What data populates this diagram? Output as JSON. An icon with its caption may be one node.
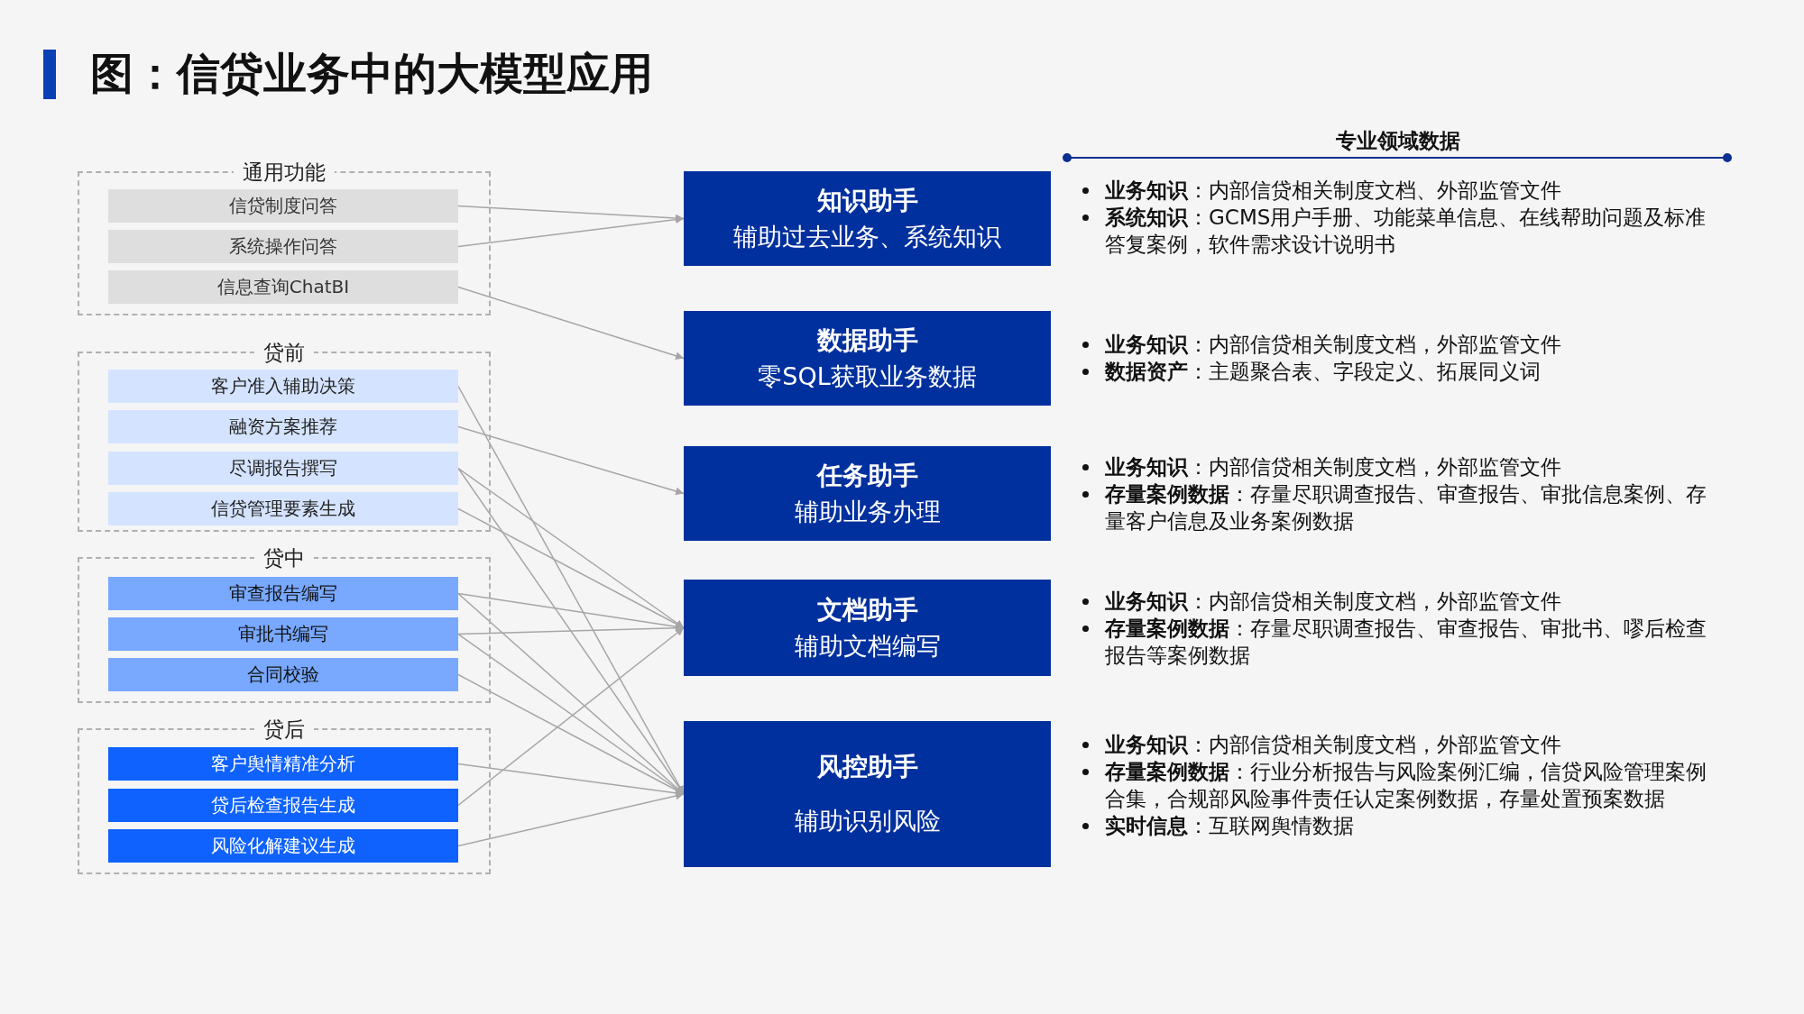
{
  "diagram": {
    "title": "图：信贷业务中的大模型应用",
    "nodes": [
      {
        "text": [
          "通用功能"
        ]
      },
      {
        "text": [
          "信贷制度问答"
        ],
        "in": 0
      },
      {
        "text": [
          "系统操作问答"
        ],
        "in": 0
      },
      {
        "text": [
          "信息查询ChatBI"
        ],
        "in": 0
      },
      {
        "text": [
          "贷前"
        ]
      },
      {
        "text": [
          "客户准入辅助决策"
        ],
        "in": 4
      },
      {
        "text": [
          "融资方案推荐"
        ],
        "in": 4
      },
      {
        "text": [
          "尽调报告撰写"
        ],
        "in": 4
      },
      {
        "text": [
          "信贷管理要素生成"
        ],
        "in": 4
      },
      {
        "text": [
          "贷中"
        ]
      },
      {
        "text": [
          "审查报告编写"
        ],
        "in": 9
      },
      {
        "text": [
          "审批书编写"
        ],
        "in": 9
      },
      {
        "text": [
          "合同校验"
        ],
        "in": 9
      },
      {
        "text": [
          "贷后"
        ]
      },
      {
        "text": [
          "客户舆情精准分析"
        ],
        "in": 13
      },
      {
        "text": [
          "贷后检查报告生成"
        ],
        "in": 13
      },
      {
        "text": [
          "风险化解建议生成"
        ],
        "in": 13
      },
      {
        "text": [
          "知识助手",
          "辅助过去业务、系统知识"
        ],
        "beside": [
          "**业务知识**：内部信贷相关制度文档、外部监管文件",
          "**系统知识**：GCMS用户手册、功能菜单信息、在线帮助问题及标准答复案例，软件需求设计说明书"
        ]
      },
      {
        "text": [
          "数据助手",
          "零SQL获取业务数据"
        ],
        "beside": [
          "**业务知识**：内部信贷相关制度文档，外部监管文件",
          "**数据资产**：主题聚合表、字段定义、拓展同义词"
        ]
      },
      {
        "text": [
          "任务助手",
          "辅助业务办理"
        ],
        "beside": [
          "**业务知识**：内部信贷相关制度文档，外部监管文件",
          "**存量案例数据**：存量尽职调查报告、审查报告、审批信息案例、存量客户信息及业务案例数据"
        ]
      },
      {
        "text": [
          "文档助手",
          "辅助文档编写"
        ],
        "beside": [
          "**业务知识**：内部信贷相关制度文档，外部监管文件",
          "**存量案例数据**：存量尽职调查报告、审查报告、审批书、嘐后检查报告等案例数据"
        ]
      },
      {
        "text": [
          "风控助手",
          "辅助识别风险"
        ],
        "beside": [
          "**业务知识**：内部信贷相关制度文档，外部监管文件",
          "**存量案例数据**：行业分析报告与风险案例汇编，信贷风险管理案例合集，合规部风险事件责任认定案例数据，存量处置预案数据",
          "**实时信息**：互联网舆情数据"
        ]
      }
    ],
    "edges": [
      {
        "from": 1,
        "to": 17,
        "arrow": "to"
      },
      {
        "from": 2,
        "to": 17,
        "arrow": "to"
      },
      {
        "from": 3,
        "to": 18,
        "arrow": "to"
      },
      {
        "from": 5,
        "to": 21,
        "arrow": "to"
      },
      {
        "from": 6,
        "to": 19,
        "arrow": "to"
      },
      {
        "from": 7,
        "to": 20,
        "arrow": "to"
      },
      {
        "from": 7,
        "to": 21,
        "arrow": "to"
      },
      {
        "from": 8,
        "to": 20,
        "arrow": "to"
      },
      {
        "from": 10,
        "to": 20,
        "arrow": "to"
      },
      {
        "from": 10,
        "to": 21,
        "arrow": "to"
      },
      {
        "from": 11,
        "to": 20,
        "arrow": "to"
      },
      {
        "from": 11,
        "to": 21,
        "arrow": "to"
      },
      {
        "from": 12,
        "to": 21,
        "arrow": "to"
      },
      {
        "from": 14,
        "to": 21,
        "arrow": "to"
      },
      {
        "from": 15,
        "to": 20,
        "arrow": "to"
      },
      {
        "from": 16,
        "to": 21,
        "arrow": "to"
      }
    ],
    "labels": [
      "专业领域数据"
    ]
  }
}
